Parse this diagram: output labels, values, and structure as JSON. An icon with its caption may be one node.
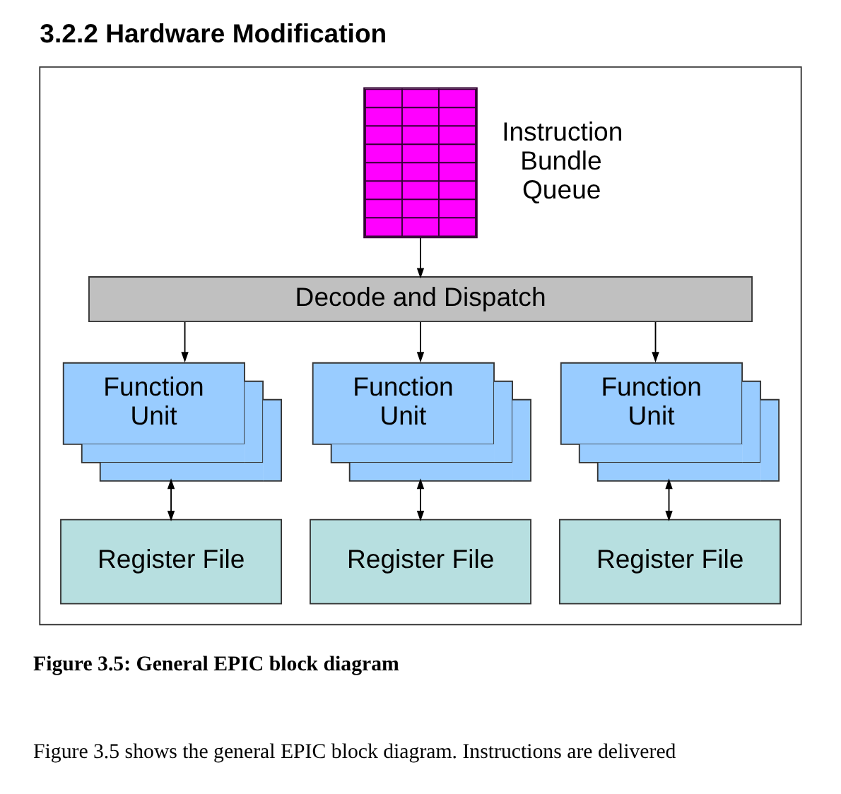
{
  "diagram": {
    "title": "3.2.2 Hardware Modification",
    "caption": "Figure 3.5: General EPIC block diagram",
    "nodes": [
      {
        "text": [],
        "shape": "box"
      },
      {
        "text": [],
        "shape": "grid",
        "beside": [
          "Instruction Bundle Queue"
        ],
        "in": 0
      },
      {
        "text": [
          "Decode and Dispatch"
        ],
        "in": 0
      },
      {
        "text": [
          "Function Unit"
        ],
        "in": 0
      },
      {
        "text": [
          "Function Unit"
        ],
        "in": 0
      },
      {
        "text": [
          "Function Unit"
        ],
        "in": 0
      },
      {
        "text": [
          "Register File"
        ],
        "in": 0
      },
      {
        "text": [
          "Register File"
        ],
        "in": 0
      },
      {
        "text": [
          "Register File"
        ],
        "in": 0
      }
    ],
    "edges": [
      {
        "from": 1,
        "to": 2,
        "arrow": "to"
      },
      {
        "from": 2,
        "to": 3,
        "arrow": "to"
      },
      {
        "from": 2,
        "to": 4,
        "arrow": "to"
      },
      {
        "from": 2,
        "to": 5,
        "arrow": "to"
      },
      {
        "from": 3,
        "to": 6,
        "arrow": "both"
      },
      {
        "from": 4,
        "to": 7,
        "arrow": "both"
      },
      {
        "from": 5,
        "to": 8,
        "arrow": "both"
      }
    ],
    "labels": [
      "Figure 3.5 shows the general EPIC block diagram. Instructions are delivered"
    ]
  }
}
